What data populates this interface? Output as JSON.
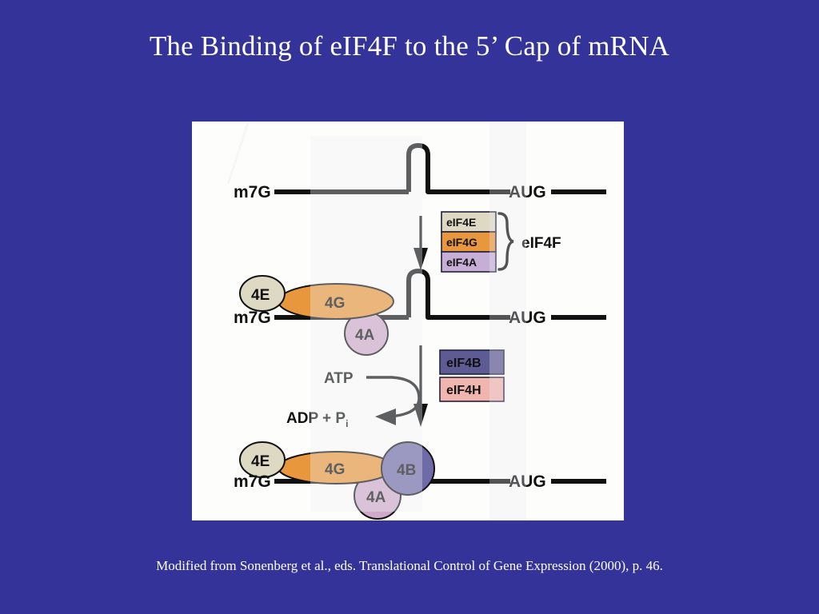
{
  "slide": {
    "title": "The Binding of eIF4F to the 5’ Cap of mRNA",
    "caption": "Modified from Sonenberg et al., eds.  Translational Control of Gene Expression (2000), p. 46.",
    "background_color": "#333399",
    "title_color": "#ffffff",
    "caption_color": "#ffffff",
    "panel_background_color": "#fdfdfb"
  },
  "figure": {
    "alt": "Three-stage schematic of eIF4F complex assembly on the 5' cap of an mRNA",
    "stages": [
      {
        "id": "stage-1",
        "name": "naked-mrna",
        "cap_label": "m7G",
        "start_codon_label": "AUG",
        "has_hairpin": true,
        "factors": []
      },
      {
        "id": "stage-2",
        "name": "eif4f-bound-mrna",
        "cap_label": "m7G",
        "start_codon_label": "AUG",
        "has_hairpin": true,
        "factors": [
          {
            "label": "4E",
            "shape": "ellipse",
            "color": "#ddd9c3"
          },
          {
            "label": "4G",
            "shape": "ellipse",
            "color": "#e8973c"
          },
          {
            "label": "4A",
            "shape": "circle",
            "color": "#cfa9c9"
          }
        ]
      },
      {
        "id": "stage-3",
        "name": "unwound-mrna",
        "cap_label": "m7G",
        "start_codon_label": "AUG",
        "has_hairpin": false,
        "factors": [
          {
            "label": "4E",
            "shape": "ellipse",
            "color": "#ddd9c3"
          },
          {
            "label": "4G",
            "shape": "ellipse",
            "color": "#e8973c"
          },
          {
            "label": "4A",
            "shape": "circle",
            "color": "#cfa9c9"
          },
          {
            "label": "4B",
            "shape": "circle",
            "color": "#6f6aa8"
          }
        ]
      }
    ],
    "legend_1": {
      "name": "eIF4F complex legend",
      "brace_label": "eIF4F",
      "items": [
        {
          "label": "eIF4E",
          "color": "#ddd9c3"
        },
        {
          "label": "eIF4G",
          "color": "#e8973c"
        },
        {
          "label": "eIF4A",
          "color": "#c6aed6"
        }
      ]
    },
    "legend_2": {
      "name": "helicase cofactors legend",
      "items": [
        {
          "label": "eIF4B",
          "color": "#5d5b93"
        },
        {
          "label": "eIF4H",
          "color": "#f0b5ae"
        }
      ]
    },
    "reaction": {
      "substrate": "ATP",
      "products_prefix": "ADP + P",
      "products_subscript": "i"
    }
  }
}
